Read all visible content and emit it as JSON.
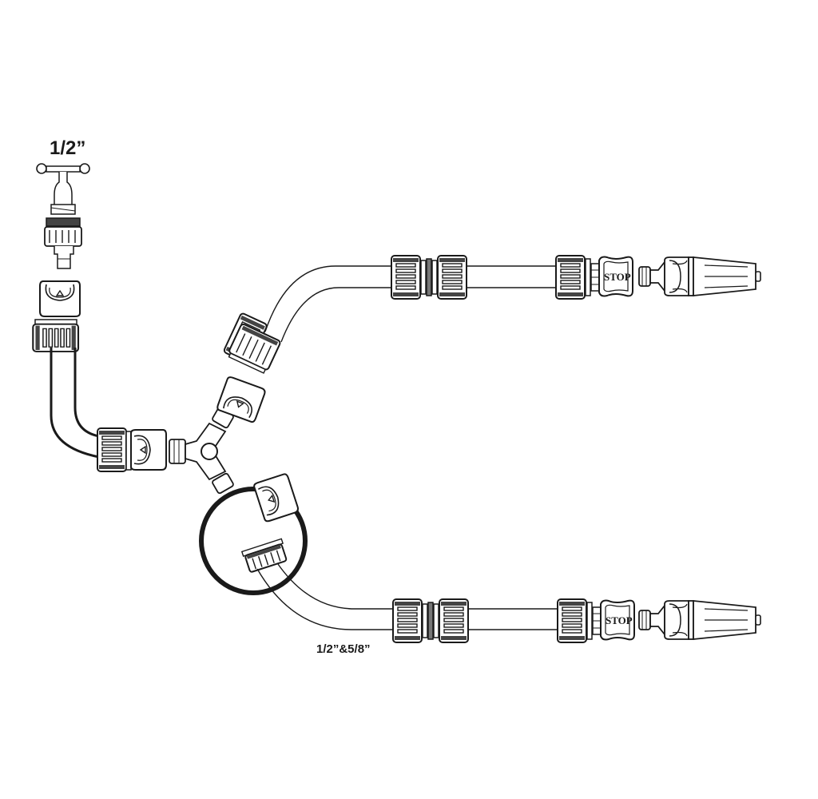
{
  "diagram": {
    "title": "Garden hose Y-splitter connection kit",
    "labels": {
      "tap_size": "1/2”",
      "hose_sizes": "1/2”&5/8”",
      "stop_upper": "STOP",
      "stop_lower": "STOP"
    },
    "components": [
      {
        "name": "tap",
        "label": "1/2”"
      },
      {
        "name": "threaded-tap-adapter"
      },
      {
        "name": "quick-connector"
      },
      {
        "name": "hose-feed"
      },
      {
        "name": "hose-end-connector"
      },
      {
        "name": "y-splitter"
      },
      {
        "name": "upper-branch-connector"
      },
      {
        "name": "upper-hose"
      },
      {
        "name": "upper-hose-repair-coupler"
      },
      {
        "name": "upper-stop-connector",
        "label": "STOP"
      },
      {
        "name": "upper-spray-nozzle"
      },
      {
        "name": "lower-branch-connector",
        "highlight": "circled"
      },
      {
        "name": "lower-hose",
        "label": "1/2”&5/8”"
      },
      {
        "name": "lower-hose-repair-coupler"
      },
      {
        "name": "lower-stop-connector",
        "label": "STOP"
      },
      {
        "name": "lower-spray-nozzle"
      }
    ],
    "colors": {
      "line": "#1a1a1a",
      "fill": "#ffffff",
      "shade": "#555555"
    }
  }
}
